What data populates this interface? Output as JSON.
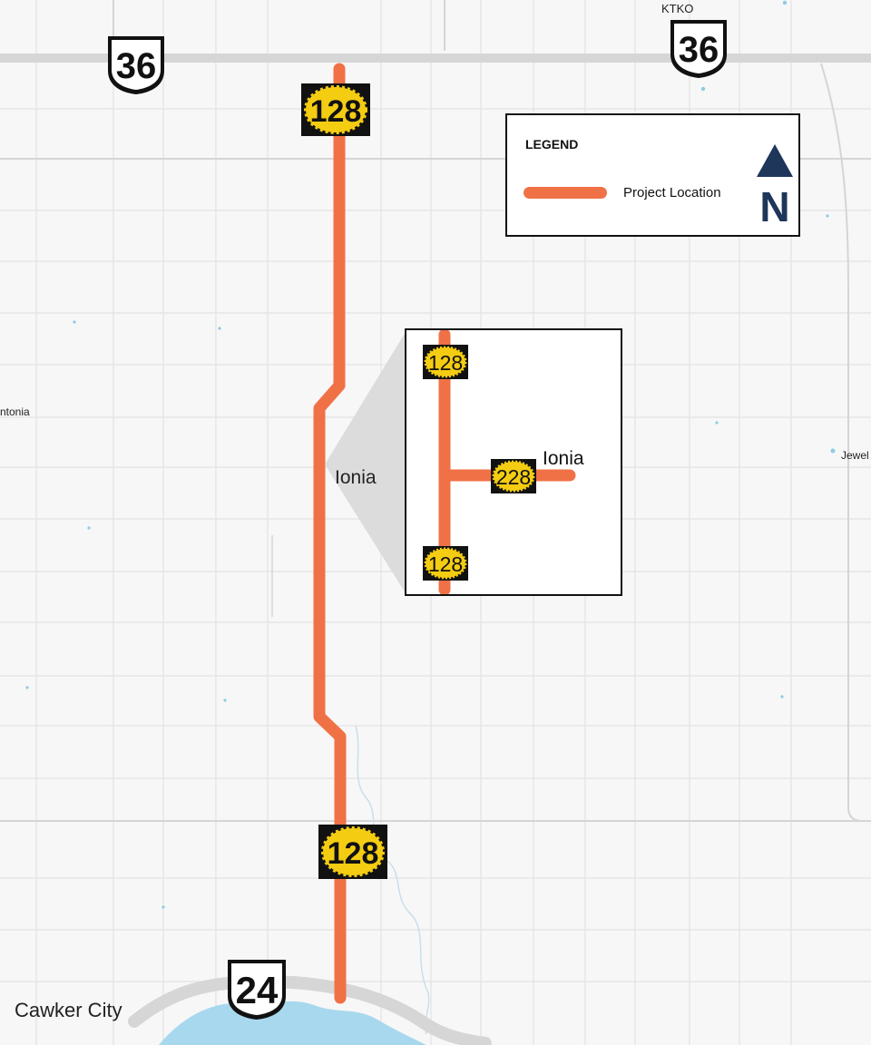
{
  "places": {
    "ktko": "KTKO",
    "antonia": "ntonia",
    "ionia_main": "Ionia",
    "ionia_inset": "Ionia",
    "jewell": "Jewel",
    "cawker_city": "Cawker City"
  },
  "shields": {
    "us36_left": "36",
    "us36_right": "36",
    "k128_top": "128",
    "k128_bottom": "128",
    "us24": "24",
    "inset_k128_top": "128",
    "inset_k228": "228",
    "inset_k128_bottom": "128"
  },
  "legend": {
    "title": "LEGEND",
    "items": [
      {
        "label": "Project Location",
        "color": "#f07146"
      }
    ]
  },
  "north_arrow": {
    "letter": "N",
    "color": "#1d3659"
  },
  "colors": {
    "project": "#f07146",
    "highway": "#d6d6d6",
    "water": "#a8d8ee",
    "grid": "#e2e2e2",
    "shield_yellow": "#f4cc12",
    "inset_callout": "#dcdcdc"
  }
}
